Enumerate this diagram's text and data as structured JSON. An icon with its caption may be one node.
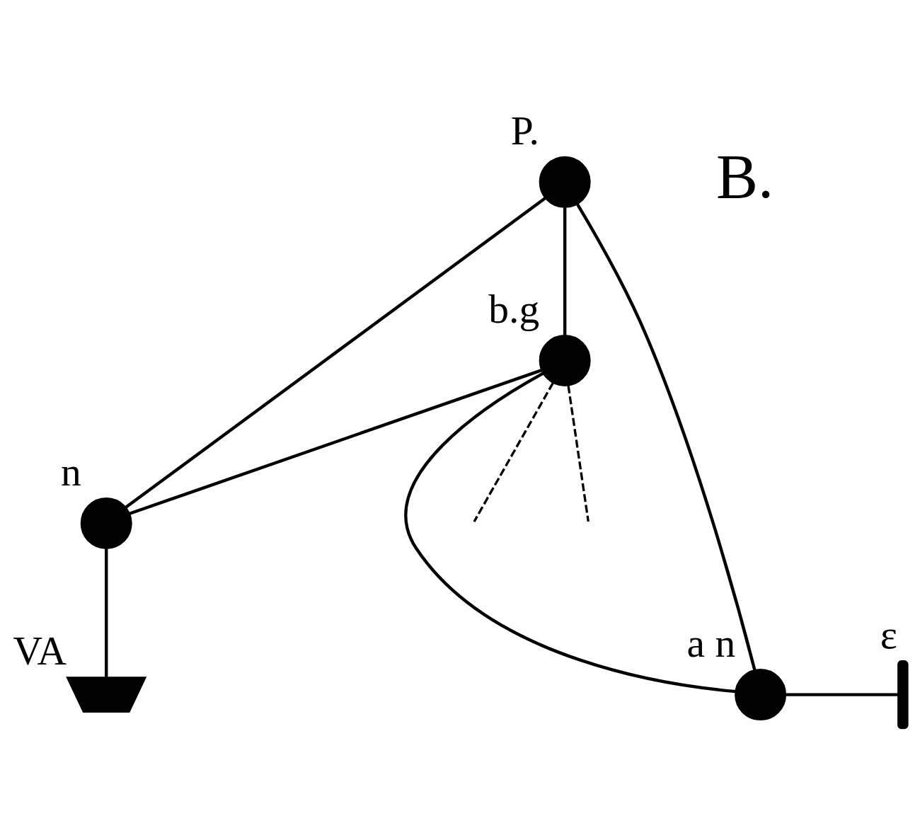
{
  "diagram": {
    "nodes": [
      {
        "text": [],
        "shape": "circle",
        "beside": [
          "P."
        ]
      },
      {
        "text": [],
        "shape": "circle",
        "beside": [
          "b.g"
        ]
      },
      {
        "text": [],
        "shape": "circle",
        "beside": [
          "n"
        ]
      },
      {
        "text": [],
        "shape": "circle",
        "beside": [
          "a n"
        ]
      },
      {
        "text": [],
        "shape": "arc",
        "beside": [
          "ε"
        ]
      },
      {
        "text": [],
        "shape": "plate",
        "beside": [
          "VA"
        ]
      }
    ],
    "edges": [
      {
        "from": 0,
        "to": 1,
        "arrow": "none"
      },
      {
        "from": 0,
        "to": 2,
        "arrow": "none"
      },
      {
        "from": 0,
        "to": 3,
        "arrow": "none"
      },
      {
        "from": 1,
        "to": null,
        "arrow": "none",
        "style": "dashed"
      },
      {
        "from": 1,
        "to": null,
        "arrow": "none",
        "style": "dashed"
      },
      {
        "from": 1,
        "to": 2,
        "arrow": "none"
      },
      {
        "from": 1,
        "to": 3,
        "arrow": "none"
      },
      {
        "from": 3,
        "to": 4,
        "arrow": "none"
      },
      {
        "from": 2,
        "to": 5,
        "arrow": "none"
      }
    ],
    "labels": [
      "B."
    ]
  }
}
